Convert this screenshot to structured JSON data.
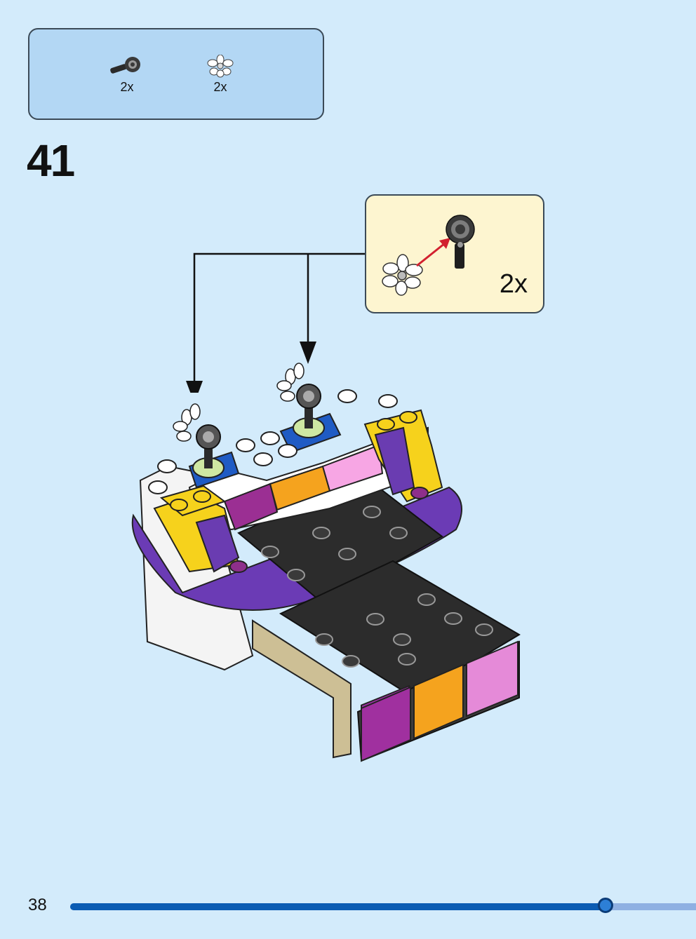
{
  "parts_list": {
    "items": [
      {
        "icon": "ball-joint-connector-icon",
        "qty": "2x"
      },
      {
        "icon": "white-flower-icon",
        "qty": "2x"
      }
    ]
  },
  "step": {
    "number": "41"
  },
  "callout": {
    "qty": "2x"
  },
  "footer": {
    "page_number": "38"
  },
  "progress": {
    "fraction": 0.855
  },
  "colors": {
    "background": "#d3ebfb",
    "parts_box": "#b3d7f4",
    "callout_box": "#fdf5d0",
    "progress_fill": "#0b5cb3",
    "progress_track": "#8fb0e2",
    "arrow": "#d2202f"
  }
}
